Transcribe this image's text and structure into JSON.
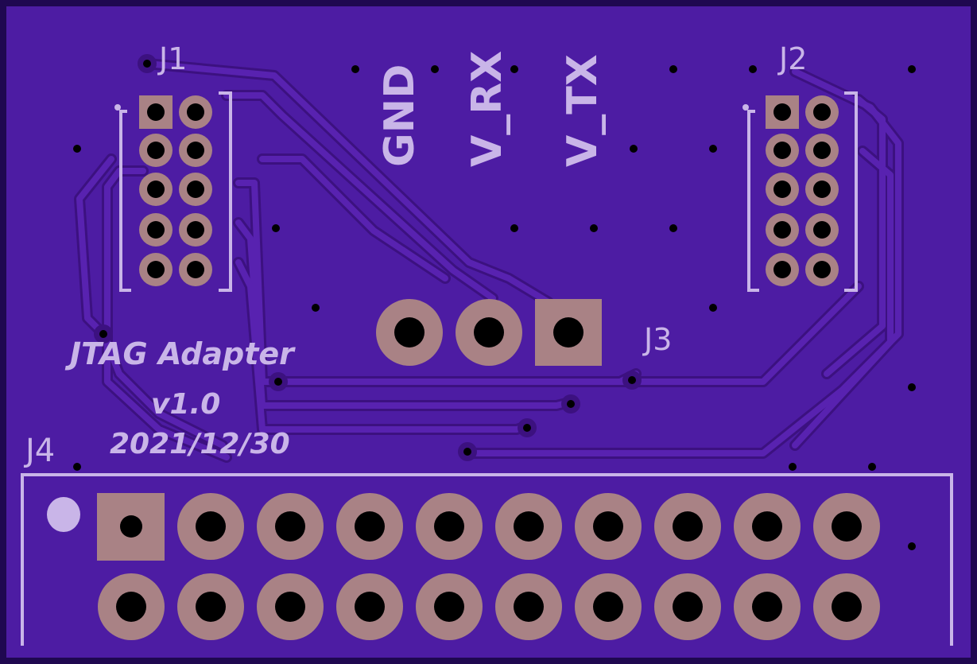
{
  "board": {
    "colors": {
      "substrate": "#4a1a9e",
      "copper_pour": "#5520ad",
      "trace": "#5b23b3",
      "trace_edge": "#3c1180",
      "silkscreen": "#c9b5e8",
      "pad": "#a98285",
      "drill": "#000000",
      "outline": "#1f0850"
    }
  },
  "silkscreen": {
    "title": "JTAG Adapter",
    "version": "v1.0",
    "date": "2021/12/30",
    "labels": {
      "gnd": "GND",
      "v_rx": "V_RX",
      "v_tx": "V_TX"
    }
  },
  "connectors": {
    "j1": {
      "ref": "J1",
      "pins": 10,
      "pitch": "1.27mm"
    },
    "j2": {
      "ref": "J2",
      "pins": 10,
      "pitch": "1.27mm"
    },
    "j3": {
      "ref": "J3",
      "pins": 3
    },
    "j4": {
      "ref": "J4",
      "pins": 20
    }
  }
}
